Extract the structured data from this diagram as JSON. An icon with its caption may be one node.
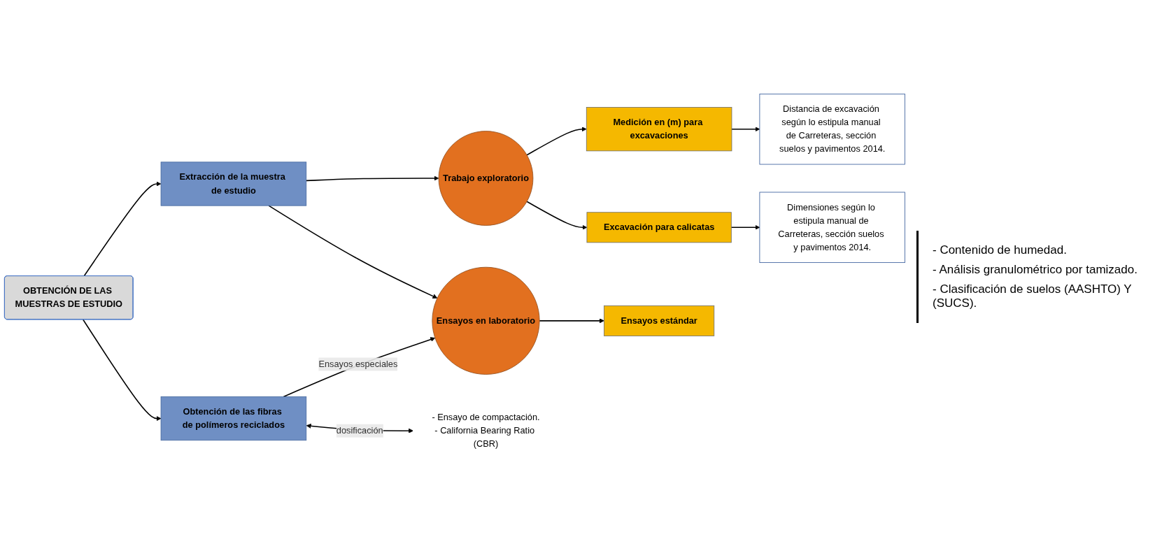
{
  "diagram": {
    "nodes": [
      {
        "text": [
          "OBTENCIÓN DE LAS MUESTRAS DE ESTUDIO"
        ]
      },
      {
        "text": [
          "Extracción de la muestra de estudio"
        ]
      },
      {
        "text": [
          "Obtención de las fibras de polímeros reciclados"
        ]
      },
      {
        "text": [
          "Trabajo exploratorio"
        ]
      },
      {
        "text": [
          "Ensayos en laboratorio"
        ]
      },
      {
        "text": [
          "Medición en (m) para excavaciones"
        ]
      },
      {
        "text": [
          "Excavación para calicatas"
        ]
      },
      {
        "text": [
          "Distancia de excavación según lo estipula manual de Carreteras, sección suelos y pavimentos 2014."
        ]
      },
      {
        "text": [
          "Dimensiones según lo estipula manual de Carreteras, sección suelos y pavimentos 2014."
        ]
      },
      {
        "text": [
          "Ensayos estándar"
        ]
      },
      {
        "text": [
          "- Ensayo de compactación.",
          "- California Bearing Ratio (CBR)"
        ]
      }
    ],
    "edges": [
      {
        "from": 0,
        "to": 1,
        "arrow": "to"
      },
      {
        "from": 0,
        "to": 2,
        "arrow": "to"
      },
      {
        "from": 1,
        "to": 3,
        "arrow": "to"
      },
      {
        "from": 1,
        "to": 4,
        "arrow": "to"
      },
      {
        "from": 3,
        "to": 5,
        "arrow": "to"
      },
      {
        "from": 3,
        "to": 6,
        "arrow": "to"
      },
      {
        "from": 5,
        "to": 7,
        "arrow": "to"
      },
      {
        "from": 6,
        "to": 8,
        "arrow": "to"
      },
      {
        "from": 4,
        "to": 9,
        "arrow": "to"
      },
      {
        "from": 2,
        "to": 4,
        "arrow": "to",
        "label": "Ensayos especiales"
      },
      {
        "from": 2,
        "to": 10,
        "arrow": "both",
        "label": "dosificación"
      }
    ],
    "labels": [
      "- Contenido de humedad.",
      "- Análisis granulométrico por tamizado.",
      "- Clasificación de suelos (AASHTO) Y (SUCS)."
    ]
  }
}
